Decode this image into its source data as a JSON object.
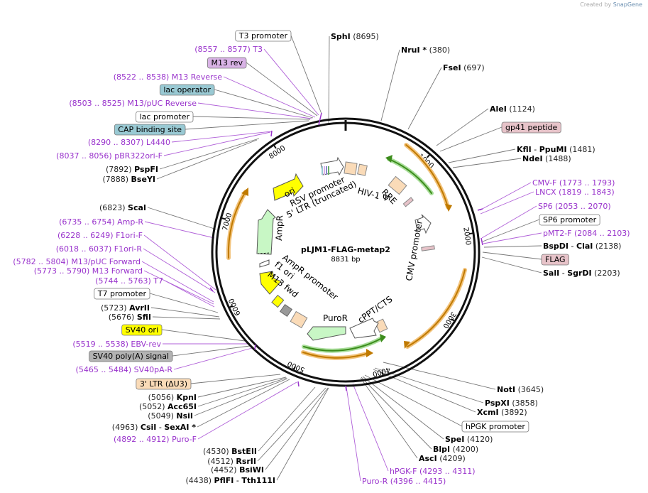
{
  "credit": {
    "prefix": "Created by",
    "brand": "SnapGene"
  },
  "plasmid": {
    "name": "pLJM1-FLAG-metap2",
    "length_label": "8831 bp",
    "length": 8831
  },
  "colors": {
    "primer": "#9933cc",
    "line": "#777777",
    "backbone": "#111111"
  },
  "tick_labels": [
    "1000",
    "2000",
    "3000",
    "4000",
    "5000",
    "6000",
    "7000",
    "8000"
  ],
  "labels_right": [
    {
      "name": "SphI",
      "pos": "(8695)",
      "style": "enzyme"
    },
    {
      "name": "NruI *",
      "pos": "(380)",
      "style": "enzyme"
    },
    {
      "name": "FseI",
      "pos": "(697)",
      "style": "enzyme"
    },
    {
      "name": "AleI",
      "pos": "(1124)",
      "style": "enzyme"
    },
    {
      "name": "gp41 peptide",
      "style": "box",
      "fill": "#e7c3c9"
    },
    {
      "name": "KflI",
      "name2": "PpuMI",
      "pos": "(1481)",
      "style": "enzyme2"
    },
    {
      "name": "NdeI",
      "pos": "(1488)",
      "style": "enzyme"
    },
    {
      "name": "CMV-F",
      "pos": "(1773 .. 1793)",
      "style": "primer"
    },
    {
      "name": "LNCX",
      "pos": "(1819 .. 1843)",
      "style": "primer"
    },
    {
      "name": "SP6",
      "pos": "(2053 .. 2070)",
      "style": "primer"
    },
    {
      "name": "SP6 promoter",
      "style": "box",
      "fill": "#ffffff"
    },
    {
      "name": "pMT2-F",
      "pos": "(2084 .. 2103)",
      "style": "primer"
    },
    {
      "name": "BspDI",
      "name2": "ClaI",
      "pos": "(2138)",
      "style": "enzyme2"
    },
    {
      "name": "FLAG",
      "style": "box",
      "fill": "#e7c3c9"
    },
    {
      "name": "SalI",
      "name2": "SgrDI",
      "pos": "(2203)",
      "style": "enzyme2"
    },
    {
      "name": "NotI",
      "pos": "(3645)",
      "style": "enzyme"
    },
    {
      "name": "PspXI",
      "pos": "(3858)",
      "style": "enzyme"
    },
    {
      "name": "XcmI",
      "pos": "(3892)",
      "style": "enzyme"
    },
    {
      "name": "hPGK promoter",
      "style": "box",
      "fill": "#ffffff"
    },
    {
      "name": "SpeI",
      "pos": "(4120)",
      "style": "enzyme"
    },
    {
      "name": "BlpI",
      "pos": "(4200)",
      "style": "enzyme"
    },
    {
      "name": "AscI",
      "pos": "(4209)",
      "style": "enzyme"
    },
    {
      "name": "hPGK-F",
      "pos": "(4293 .. 4311)",
      "style": "primer"
    },
    {
      "name": "Puro-R",
      "pos": "(4396 .. 4415)",
      "style": "primer"
    }
  ],
  "labels_left": [
    {
      "name": "T3 promoter",
      "style": "box",
      "fill": "#ffffff"
    },
    {
      "name": "T3",
      "pos": "(8557 .. 8577)",
      "style": "primer"
    },
    {
      "name": "M13 rev",
      "style": "box",
      "fill": "#d9b3e6"
    },
    {
      "name": "M13 Reverse",
      "pos": "(8522 .. 8538)",
      "style": "primer"
    },
    {
      "name": "lac operator",
      "style": "box",
      "fill": "#99c9d3"
    },
    {
      "name": "M13/pUC Reverse",
      "pos": "(8503 .. 8525)",
      "style": "primer"
    },
    {
      "name": "lac promoter",
      "style": "box",
      "fill": "#ffffff"
    },
    {
      "name": "CAP binding site",
      "style": "box",
      "fill": "#99c9d3"
    },
    {
      "name": "L4440",
      "pos": "(8290 .. 8307)",
      "style": "primer"
    },
    {
      "name": "pBR322ori-F",
      "pos": "(8037 .. 8056)",
      "style": "primer"
    },
    {
      "name": "PspFI",
      "pos": "(7892)",
      "style": "enzyme"
    },
    {
      "name": "BseYI",
      "pos": "(7888)",
      "style": "enzyme"
    },
    {
      "name": "ScaI",
      "pos": "(6823)",
      "style": "enzyme"
    },
    {
      "name": "Amp-R",
      "pos": "(6735 .. 6754)",
      "style": "primer"
    },
    {
      "name": "F1ori-F",
      "pos": "(6228 .. 6249)",
      "style": "primer"
    },
    {
      "name": "F1ori-R",
      "pos": "(6018 .. 6037)",
      "style": "primer"
    },
    {
      "name": "M13/pUC Forward",
      "pos": "(5782 .. 5804)",
      "style": "primer"
    },
    {
      "name": "M13 Forward",
      "pos": "(5773 .. 5790)",
      "style": "primer"
    },
    {
      "name": "T7",
      "pos": "(5744 .. 5763)",
      "style": "primer"
    },
    {
      "name": "T7 promoter",
      "style": "box",
      "fill": "#ffffff"
    },
    {
      "name": "AvrII",
      "pos": "(5723)",
      "style": "enzyme"
    },
    {
      "name": "SfiI",
      "pos": "(5676)",
      "style": "enzyme"
    },
    {
      "name": "SV40 ori",
      "style": "box",
      "fill": "#ffff00"
    },
    {
      "name": "EBV-rev",
      "pos": "(5519 .. 5538)",
      "style": "primer"
    },
    {
      "name": "SV40 poly(A) signal",
      "style": "box",
      "fill": "#b3b3b3"
    },
    {
      "name": "SV40pA-R",
      "pos": "(5465 .. 5484)",
      "style": "primer"
    },
    {
      "name": "3' LTR (ΔU3)",
      "style": "box",
      "fill": "#fadbb8"
    },
    {
      "name": "KpnI",
      "pos": "(5056)",
      "style": "enzyme"
    },
    {
      "name": "Acc65I",
      "pos": "(5052)",
      "style": "enzyme"
    },
    {
      "name": "NsiI",
      "pos": "(5049)",
      "style": "enzyme"
    },
    {
      "name": "CsiI",
      "name2": "SexAI *",
      "pos": "(4963)",
      "style": "enzyme2"
    },
    {
      "name": "Puro-F",
      "pos": "(4892 .. 4912)",
      "style": "primer"
    },
    {
      "name": "BstEII",
      "pos": "(4530)",
      "style": "enzyme"
    },
    {
      "name": "RsrII",
      "pos": "(4512)",
      "style": "enzyme"
    },
    {
      "name": "BsiWI",
      "pos": "(4452)",
      "style": "enzyme"
    },
    {
      "name": "PflFI",
      "name2": "Tth111I",
      "pos": "(4438)",
      "style": "enzyme2"
    }
  ],
  "features": [
    {
      "label": "RSV promoter"
    },
    {
      "label": "5' LTR (truncated)"
    },
    {
      "label": "HIV-1 Ψ"
    },
    {
      "label": "RRE"
    },
    {
      "label": "CMV promoter"
    },
    {
      "label": "cPPT/CTS"
    },
    {
      "label": "PuroR"
    },
    {
      "label": "AmpR promoter"
    },
    {
      "label": "f1 ori"
    },
    {
      "label": "M13 fwd"
    },
    {
      "label": "AmpR"
    },
    {
      "label": "ori"
    }
  ]
}
